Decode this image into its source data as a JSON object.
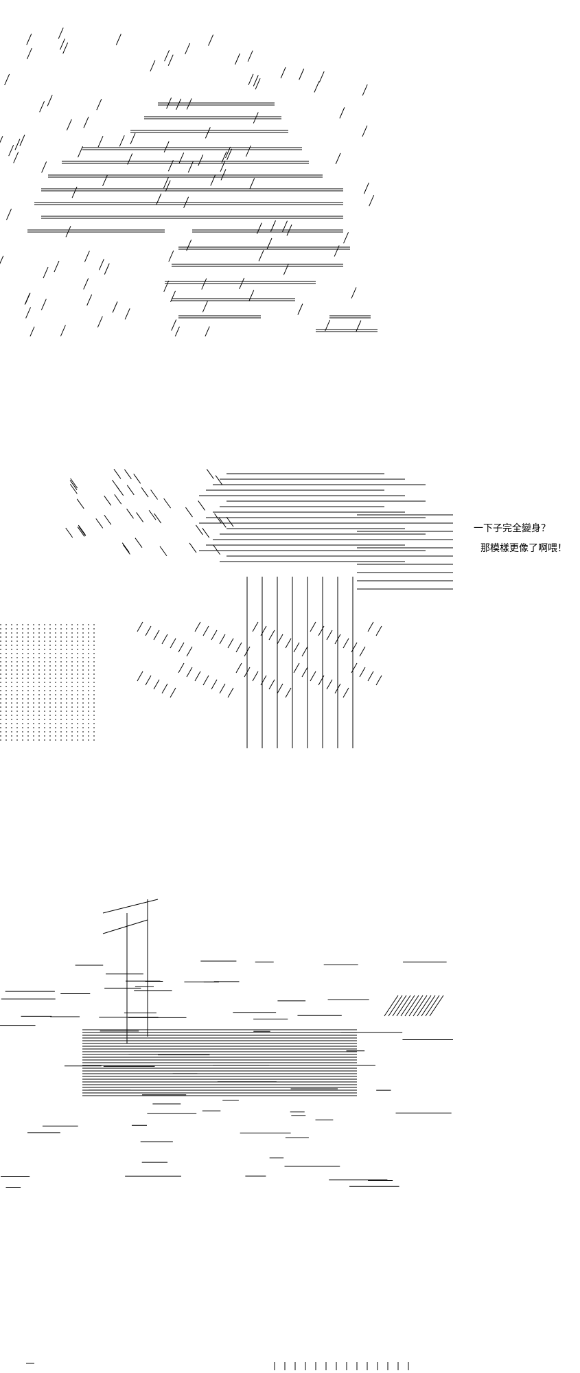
{
  "panels": [
    {
      "name": "storm-cloud-panel",
      "description_hidden": true
    },
    {
      "name": "transformation-panel"
    },
    {
      "name": "sea-dragon-panel"
    },
    {
      "name": "bottom-strip-panel"
    }
  ],
  "dialogue": {
    "line1": "一下子完全變身？",
    "line2": "那模樣更像了啊喂！"
  }
}
